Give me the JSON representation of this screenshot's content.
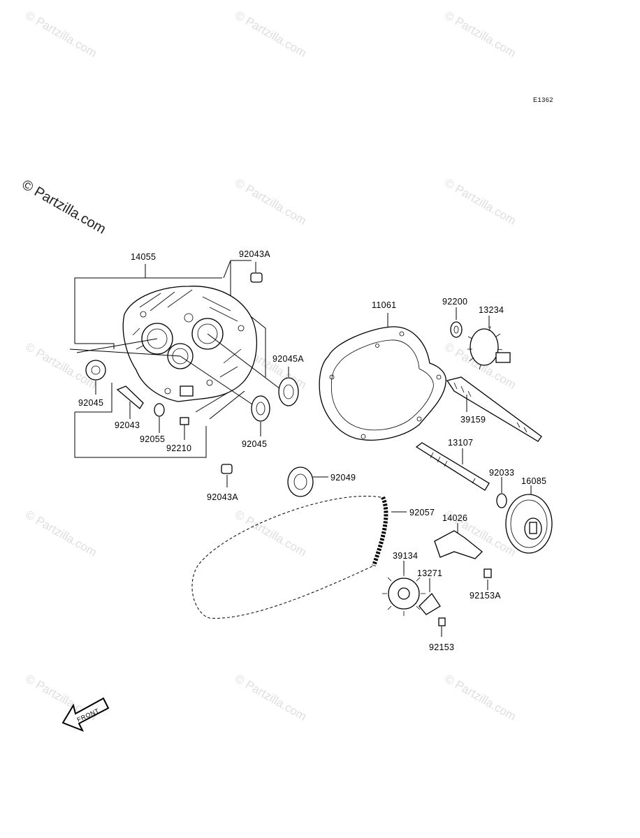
{
  "diagram_code": "E1362",
  "watermark_text": "© Partzilla.com",
  "front_label": "FRONT",
  "parts": {
    "p14055": "14055",
    "p92043A_top": "92043A",
    "p92045_left": "92045",
    "p92043": "92043",
    "p92055": "92055",
    "p92210": "92210",
    "p92045A": "92045A",
    "p92045_mid": "92045",
    "p92043A_bottom": "92043A",
    "p11061": "11061",
    "p92200": "92200",
    "p13234": "13234",
    "p39159": "39159",
    "p13107": "13107",
    "p92033": "92033",
    "p16085": "16085",
    "p92049": "92049",
    "p92057": "92057",
    "p14026": "14026",
    "p39134": "39134",
    "p13271": "13271",
    "p92153A": "92153A",
    "p92153": "92153"
  }
}
